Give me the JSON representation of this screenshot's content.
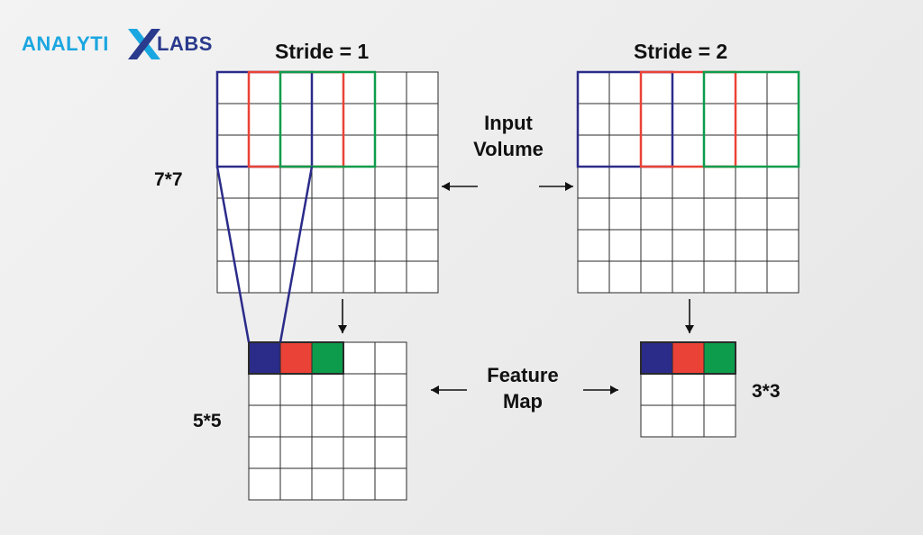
{
  "brand": {
    "text_left": "ANALYTI",
    "text_right": "LABS",
    "color_blue": "#1aa6e0",
    "color_navy": "#2a3a8c"
  },
  "labels": {
    "stride1_title": "Stride = 1",
    "stride2_title": "Stride = 2",
    "input_volume_line1": "Input",
    "input_volume_line2": "Volume",
    "feature_map_line1": "Feature",
    "feature_map_line2": "Map",
    "input_size": "7*7",
    "output_size_stride1": "5*5",
    "output_size_stride2": "3*3"
  },
  "colors": {
    "filter1": "#2b2b8a",
    "filter2": "#ea4236",
    "filter3": "#0c9c4b",
    "grid": "#2a2a2a"
  },
  "stride1": {
    "input_grid": 7,
    "output_grid": 5,
    "filter_size": 3,
    "stride": 1
  },
  "stride2": {
    "input_grid": 7,
    "output_grid": 3,
    "filter_size": 3,
    "stride": 2
  }
}
